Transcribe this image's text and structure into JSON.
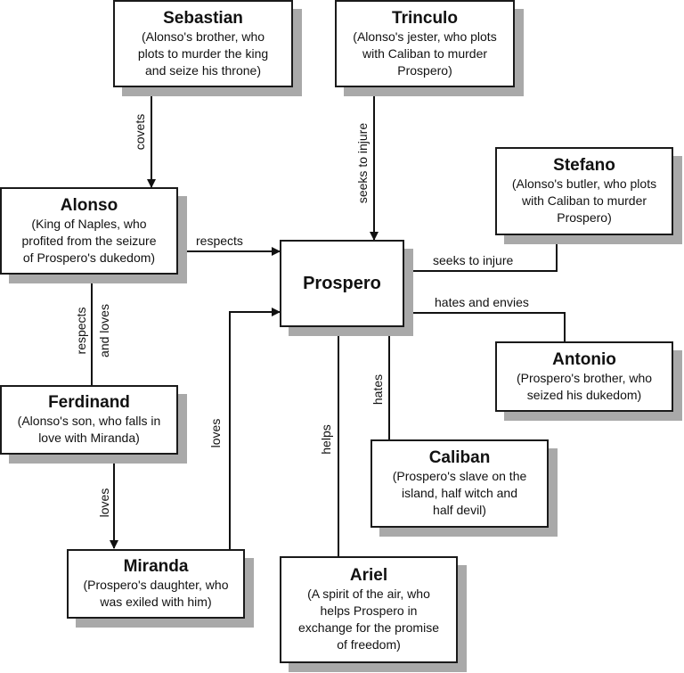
{
  "center": {
    "name": "Prospero"
  },
  "nodes": {
    "sebastian": {
      "name": "Sebastian",
      "desc": [
        "(Alonso's brother, who",
        "plots to murder the king",
        "and seize his throne)"
      ]
    },
    "trinculo": {
      "name": "Trinculo",
      "desc": [
        "(Alonso's jester, who plots",
        "with Caliban to murder",
        "Prospero)"
      ]
    },
    "stefano": {
      "name": "Stefano",
      "desc": [
        "(Alonso's butler, who plots",
        "with Caliban to murder",
        "Prospero)"
      ]
    },
    "alonso": {
      "name": "Alonso",
      "desc": [
        "(King of Naples, who",
        "profited from the seizure",
        "of Prospero's dukedom)"
      ]
    },
    "antonio": {
      "name": "Antonio",
      "desc": [
        "(Prospero's brother, who",
        "seized his dukedom)"
      ]
    },
    "ferdinand": {
      "name": "Ferdinand",
      "desc": [
        "(Alonso's son, who falls in",
        "love with Miranda)"
      ]
    },
    "caliban": {
      "name": "Caliban",
      "desc": [
        "(Prospero's slave on the",
        "island, half witch and",
        "half devil)"
      ]
    },
    "miranda": {
      "name": "Miranda",
      "desc": [
        "(Prospero's daughter, who",
        "was exiled with him)"
      ]
    },
    "ariel": {
      "name": "Ariel",
      "desc": [
        "(A spirit of the air, who",
        "helps Prospero in",
        "exchange for the promise",
        "of freedom)"
      ]
    }
  },
  "edges": {
    "sebastian_alonso": "covets",
    "trinculo_prospero": "seeks to injure",
    "stefano_prospero": "seeks to injure",
    "alonso_prospero": "respects",
    "antonio_prospero": "hates and envies",
    "ferdinand_alonso_1": "respects",
    "ferdinand_alonso_2": "and loves",
    "ferdinand_miranda": "loves",
    "miranda_prospero": "loves",
    "ariel_prospero": "helps",
    "caliban_prospero": "hates"
  }
}
